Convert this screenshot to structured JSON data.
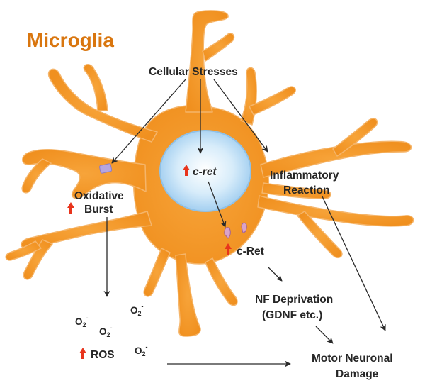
{
  "title": "Microglia",
  "labels": {
    "cellular_stresses": "Cellular Stresses",
    "c_ret_gene": "c-ret",
    "oxidative_1": "Oxidative",
    "oxidative_2": "Burst",
    "inflammatory_1": "Inflammatory",
    "inflammatory_2": "Reaction",
    "c_ret_protein": "c-Ret",
    "nf_1": "NF Deprivation",
    "nf_2": "(GDNF etc.)",
    "ros": "ROS",
    "motor_1": "Motor Neuronal",
    "motor_2": "Damage"
  },
  "superoxide": {
    "base": "O",
    "sub": "2",
    "sup": "-"
  },
  "colors": {
    "cell": "#f39a2a",
    "nucleus": "#b9dcf4",
    "title": "#d9760f",
    "up_arrow": "#e8341c",
    "receptor": "#b6a6e0"
  }
}
